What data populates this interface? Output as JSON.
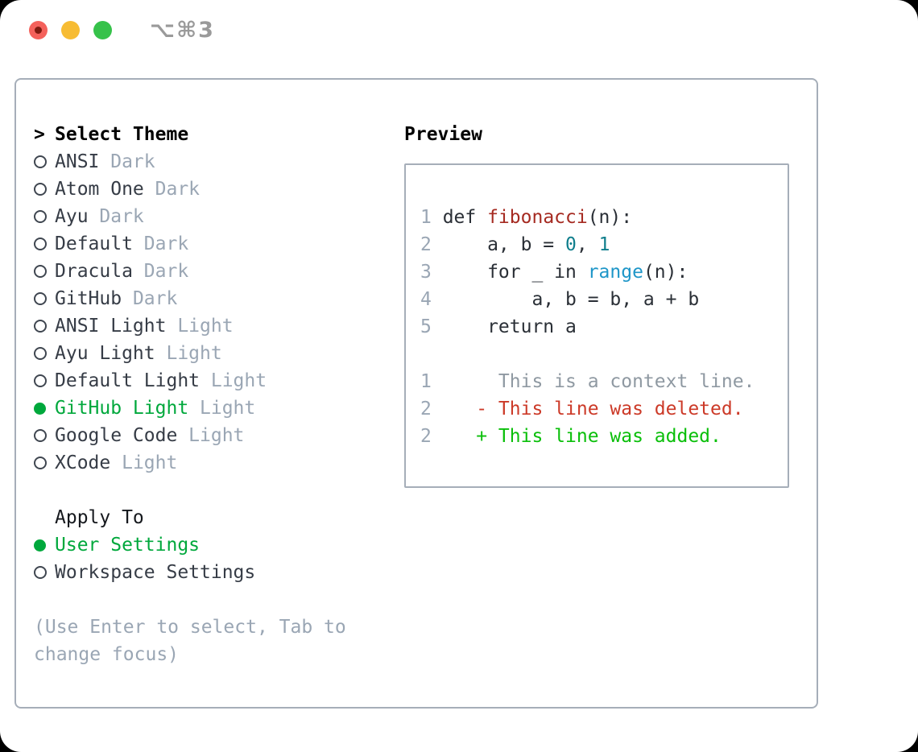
{
  "window": {
    "title": "⌥⌘3"
  },
  "colors": {
    "accent_green": "#00a83c",
    "added_green": "#0abf0a",
    "deleted_red": "#cc3a28",
    "func_red": "#a52a21",
    "number_teal": "#0f7e8c",
    "builtin_blue": "#1e96c8",
    "context_gray": "#8f99a2",
    "text_dark": "#363c46",
    "code_text": "#2a2f36",
    "muted": "#9aa6b4",
    "border": "#a6aeb9",
    "titlebar_text": "#9a9a9a",
    "light_red": "#f4615b",
    "light_yellow": "#f7bc33",
    "light_green": "#36c24a"
  },
  "theme_panel": {
    "header_prefix": ">",
    "header": "Select Theme",
    "items": [
      {
        "name": "ANSI",
        "variant": "Dark",
        "selected": false
      },
      {
        "name": "Atom One",
        "variant": "Dark",
        "selected": false
      },
      {
        "name": "Ayu",
        "variant": "Dark",
        "selected": false
      },
      {
        "name": "Default",
        "variant": "Dark",
        "selected": false
      },
      {
        "name": "Dracula",
        "variant": "Dark",
        "selected": false
      },
      {
        "name": "GitHub",
        "variant": "Dark",
        "selected": false
      },
      {
        "name": "ANSI Light",
        "variant": "Light",
        "selected": false
      },
      {
        "name": "Ayu Light",
        "variant": "Light",
        "selected": false
      },
      {
        "name": "Default Light",
        "variant": "Light",
        "selected": false
      },
      {
        "name": "GitHub Light",
        "variant": "Light",
        "selected": true
      },
      {
        "name": "Google Code",
        "variant": "Light",
        "selected": false
      },
      {
        "name": "XCode",
        "variant": "Light",
        "selected": false
      }
    ]
  },
  "apply_to": {
    "header": "Apply To",
    "options": [
      {
        "label": "User Settings",
        "selected": true
      },
      {
        "label": "Workspace Settings",
        "selected": false
      }
    ]
  },
  "hint": {
    "text": "(Use Enter to select, Tab to change focus)"
  },
  "preview": {
    "header": "Preview",
    "code_lines": [
      {
        "num": "1",
        "segments": [
          {
            "t": "def ",
            "c": "code"
          },
          {
            "t": "fibonacci",
            "c": "func"
          },
          {
            "t": "(n):",
            "c": "code"
          }
        ]
      },
      {
        "num": "2",
        "segments": [
          {
            "t": "    a, b = ",
            "c": "code"
          },
          {
            "t": "0",
            "c": "num"
          },
          {
            "t": ", ",
            "c": "code"
          },
          {
            "t": "1",
            "c": "num"
          }
        ]
      },
      {
        "num": "3",
        "segments": [
          {
            "t": "    for _ in ",
            "c": "code"
          },
          {
            "t": "range",
            "c": "builtin"
          },
          {
            "t": "(n):",
            "c": "code"
          }
        ]
      },
      {
        "num": "4",
        "segments": [
          {
            "t": "        a, b = b, a + b",
            "c": "code"
          }
        ]
      },
      {
        "num": "5",
        "segments": [
          {
            "t": "    return a",
            "c": "code"
          }
        ]
      }
    ],
    "diff_lines": [
      {
        "num": "1",
        "segments": [
          {
            "t": "     This is a context line.",
            "c": "context"
          }
        ]
      },
      {
        "num": "2",
        "segments": [
          {
            "t": "   - This line was deleted.",
            "c": "deleted"
          }
        ]
      },
      {
        "num": "2",
        "segments": [
          {
            "t": "   + This line was added.",
            "c": "added"
          }
        ]
      }
    ]
  }
}
